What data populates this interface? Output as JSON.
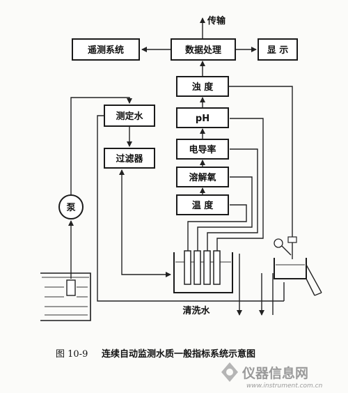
{
  "diagram": {
    "output_label": "传输",
    "boxes": {
      "telemetry": "遥测系统",
      "data_processing": "数据处理",
      "display": "显 示",
      "turbidity": "浊 度",
      "ph": "pH",
      "conductivity": "电导率",
      "dissolved_oxygen": "溶解氧",
      "temperature": "温 度",
      "measured_water": "测定水",
      "filter": "过滤器",
      "pump": "泵"
    },
    "flush_water_label": "清洗水"
  },
  "caption": {
    "figure_number": "图 10-9",
    "title": "连续自动监测水质一般指标系统示意图"
  },
  "watermark": {
    "brand": "仪器信息网",
    "url": "www.instrument.com.cn"
  }
}
